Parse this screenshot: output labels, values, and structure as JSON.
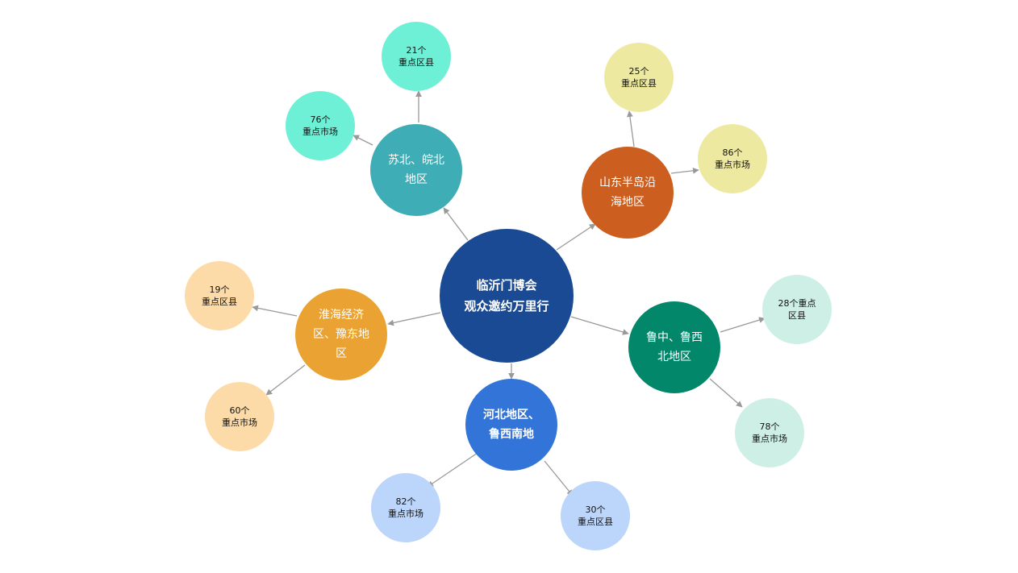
{
  "colors": {
    "hub": "#1a4a94",
    "subei": "#3fadb5",
    "subei_leaf": "#6ef0d6",
    "shandong": "#cc5f1f",
    "shandong_leaf": "#ede9a0",
    "huaihai": "#eaa332",
    "huaihai_leaf": "#fcdba8",
    "hebei": "#3374d8",
    "hebei_leaf": "#bcd5fa",
    "luzhong": "#03876a",
    "luzhong_leaf": "#cdefe5",
    "edge": "#999999"
  },
  "hub": {
    "lines": [
      "临沂门博会",
      "观众邀约万里行"
    ]
  },
  "regions": {
    "subei": {
      "lines": [
        "苏北、皖北",
        "地区"
      ],
      "leaves": [
        {
          "lines": [
            "21个",
            "重点区县"
          ]
        },
        {
          "lines": [
            "76个",
            "重点市场"
          ]
        }
      ]
    },
    "shandong": {
      "lines": [
        "山东半岛沿",
        "海地区"
      ],
      "leaves": [
        {
          "lines": [
            "25个",
            "重点区县"
          ]
        },
        {
          "lines": [
            "86个",
            "重点市场"
          ]
        }
      ]
    },
    "huaihai": {
      "lines": [
        "淮海经济",
        "区、豫东地",
        "区"
      ],
      "leaves": [
        {
          "lines": [
            "19个",
            "重点区县"
          ]
        },
        {
          "lines": [
            "60个",
            "重点市场"
          ]
        }
      ]
    },
    "hebei": {
      "lines": [
        "河北地区、",
        "鲁西南地"
      ],
      "leaves": [
        {
          "lines": [
            "82个",
            "重点市场"
          ]
        },
        {
          "lines": [
            "30个",
            "重点区县"
          ]
        }
      ]
    },
    "luzhong": {
      "lines": [
        "鲁中、鲁西",
        "北地区"
      ],
      "leaves": [
        {
          "lines": [
            "28个重点",
            "区县"
          ]
        },
        {
          "lines": [
            "78个",
            "重点市场"
          ]
        }
      ]
    }
  }
}
